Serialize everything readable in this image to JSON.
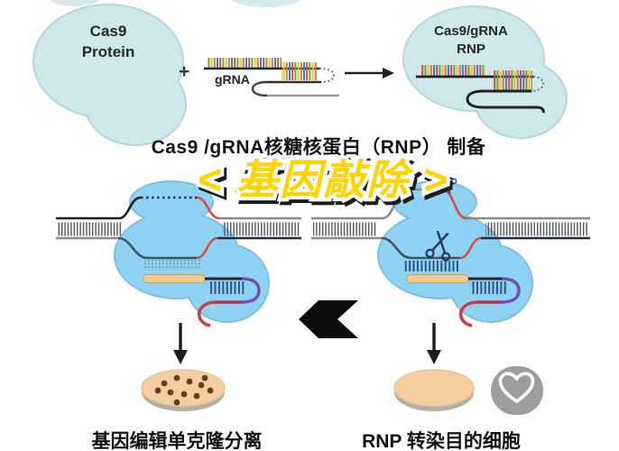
{
  "palette": {
    "pale_blob": "#cfe8ec",
    "pale_blob_edge": "#b6d6da",
    "cell_blue": "#8ed2f4",
    "cell_blue_edge": "#7cbfe2",
    "orange_bar": "#f2cb90",
    "orange_bar_edge": "#c9a05e",
    "dish_fill": "#f5cd9e",
    "dish_rim": "#b5afa4",
    "colony_brown": "#5f4020",
    "heart_button_gray": "#9d9d9d",
    "headline_yellow": "#ffd400",
    "headline_outline": "#ffffff",
    "red_strand": "#d84b3e",
    "purple_strand": "#7050a8",
    "crimson_strand": "#b52d52",
    "dark_strand": "#1e2d3d",
    "gray_strand": "#8a8a8a"
  },
  "top_section": {
    "cas9_line1": "Cas9",
    "cas9_line2": "Protein",
    "plus": "+",
    "grna_label": "gRNA",
    "rnp_line1": "Cas9/gRNA",
    "rnp_line2": "RNP",
    "caption": "Cas9 /gRNA核糖核蛋白（RNP） 制备"
  },
  "headline": "< 基因敲除 >",
  "bottom_section": {
    "left_caption": "基因编辑单克隆分离",
    "right_caption": "RNP 转染目的细胞"
  },
  "icons": {
    "scissors": "scissors-icon",
    "heart": "heart-icon",
    "arrow_right": "arrow-right-icon",
    "arrow_down": "down-arrow-icon",
    "chevron_left": "chevron-left-icon",
    "plus": "plus-icon"
  }
}
